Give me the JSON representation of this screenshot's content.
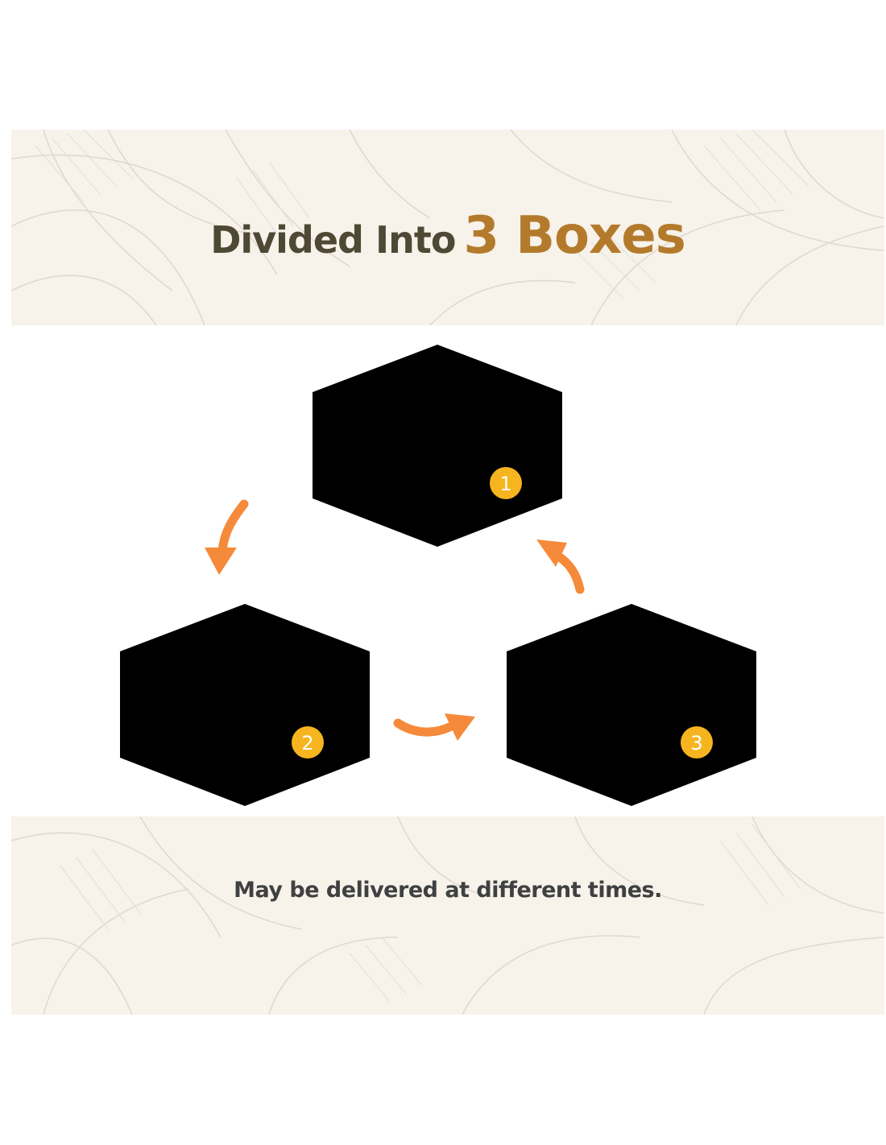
{
  "header": {
    "title_lead": "Divided Into",
    "title_emphasis": "3 Boxes"
  },
  "boxes": [
    {
      "label": "1"
    },
    {
      "label": "2"
    },
    {
      "label": "3"
    }
  ],
  "footer": {
    "note": "May be delivered at different times."
  },
  "colors": {
    "panel_background": "#f7f2ea",
    "title_dark": "#4f4834",
    "title_accent": "#b47a2c",
    "badge": "#f6b51f",
    "arrow": "#f58a3a",
    "outline": "#111111"
  }
}
